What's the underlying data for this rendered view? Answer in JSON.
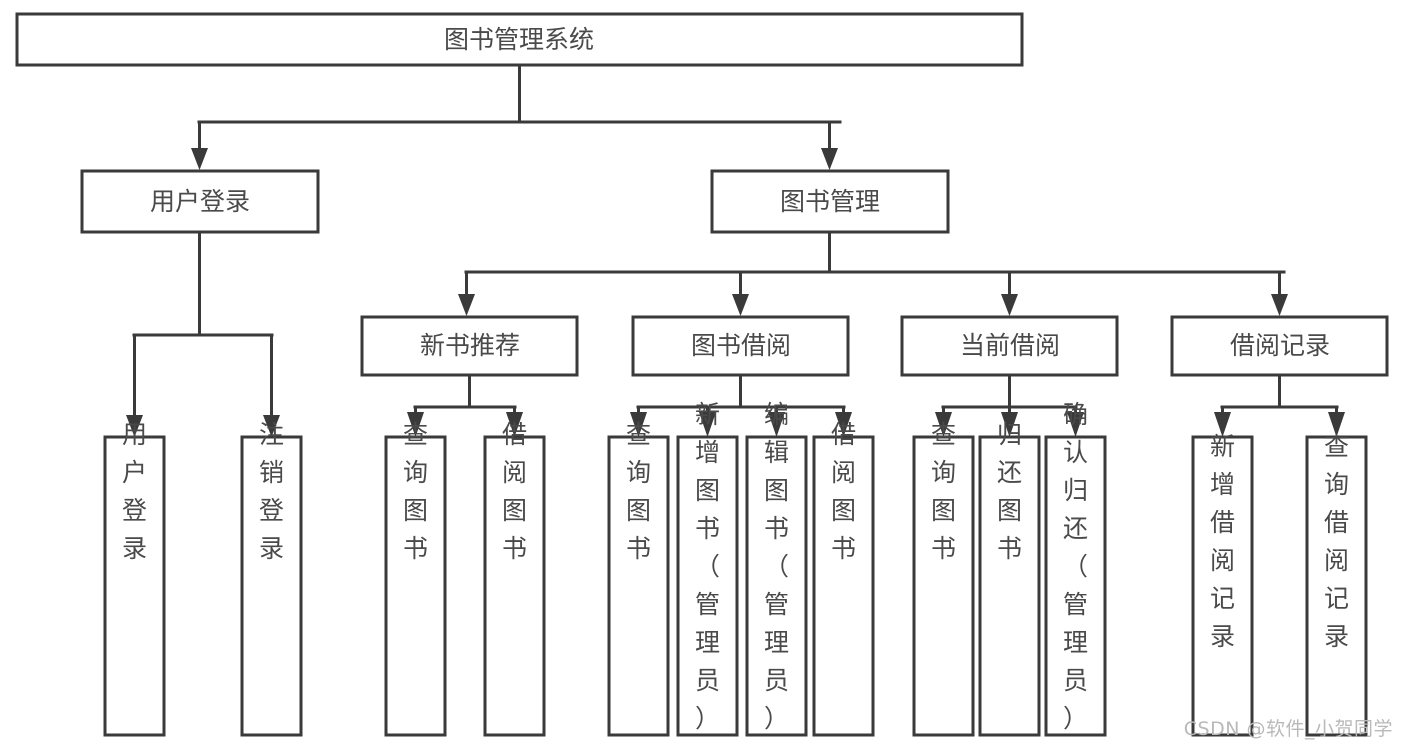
{
  "diagram": {
    "title": "图书管理系统",
    "type": "tree-hierarchy-chart",
    "theme": {
      "background": "#ffffff",
      "stroke": "#3a3a3a",
      "box_fill": "#ffffff",
      "text": "#4a4a4a",
      "watermark": "#b9b9b9"
    },
    "root": {
      "label": "图书管理系统"
    },
    "level2": [
      {
        "label": "用户登录"
      },
      {
        "label": "图书管理"
      }
    ],
    "level3": [
      {
        "label": "新书推荐"
      },
      {
        "label": "图书借阅"
      },
      {
        "label": "当前借阅"
      },
      {
        "label": "借阅记录"
      }
    ],
    "leaves": {
      "user_login": [
        {
          "label": "用户登录"
        },
        {
          "label": "注销登录"
        }
      ],
      "new_book_recommend": [
        {
          "label": "查询图书"
        },
        {
          "label": "借阅图书"
        }
      ],
      "book_borrow": [
        {
          "label": "查询图书"
        },
        {
          "label": "新增图书（管理员）"
        },
        {
          "label": "编辑图书（管理员）"
        },
        {
          "label": "借阅图书"
        }
      ],
      "current_borrow": [
        {
          "label": "查询图书"
        },
        {
          "label": "归还图书"
        },
        {
          "label": "确认归还（管理员）"
        }
      ],
      "borrow_records": [
        {
          "label": "新增借阅记录"
        },
        {
          "label": "查询借阅记录"
        }
      ]
    }
  },
  "watermark": {
    "text": "CSDN @软件_小贺同学"
  }
}
